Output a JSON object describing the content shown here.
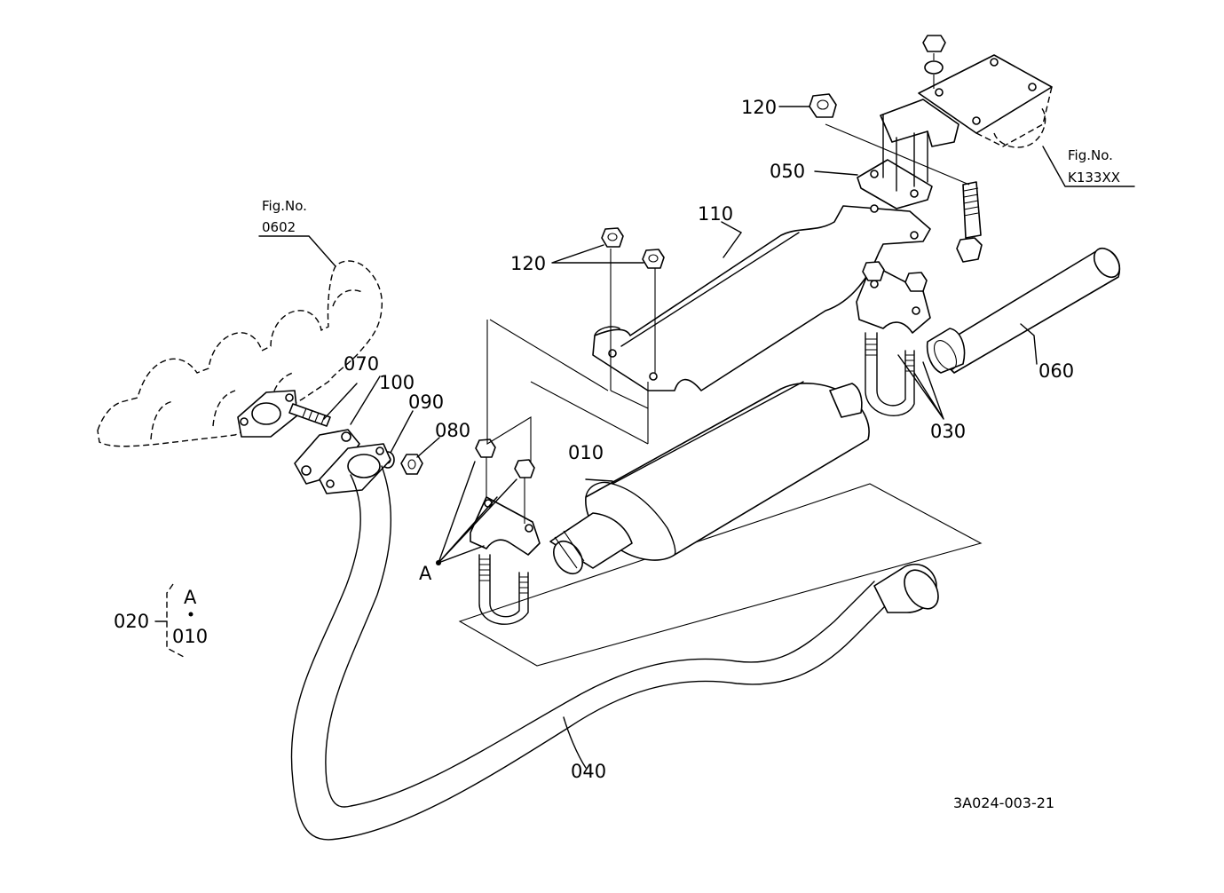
{
  "callouts": {
    "c010": "010",
    "c020": "020",
    "c030": "030",
    "c040": "040",
    "c050": "050",
    "c060": "060",
    "c070": "070",
    "c080": "080",
    "c090": "090",
    "c100": "100",
    "c110": "110",
    "c120_top": "120",
    "c120_mid": "120",
    "point_a": "A"
  },
  "fig_refs": {
    "left": {
      "title": "Fig.No.",
      "number": "0602"
    },
    "right": {
      "title": "Fig.No.",
      "number": "K133XX"
    }
  },
  "legend_020": {
    "top": "A",
    "bottom": "010"
  },
  "drawing_id": "3A024-003-21"
}
